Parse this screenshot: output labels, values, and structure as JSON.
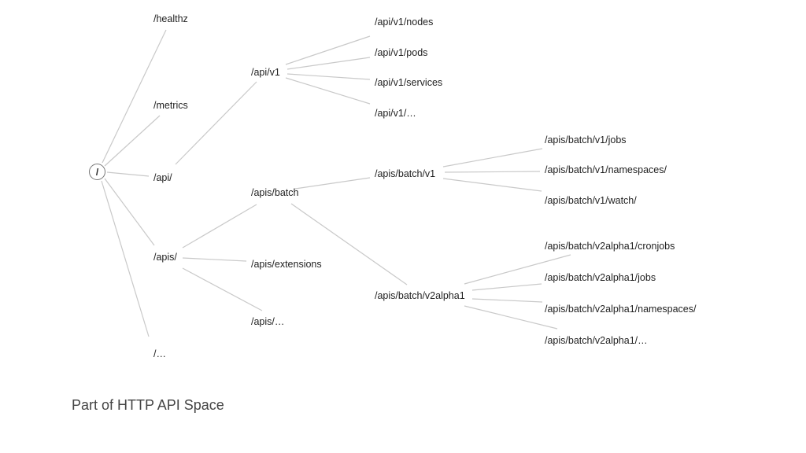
{
  "root": "/",
  "caption": "Part of HTTP API Space",
  "level1": [
    "/healthz",
    "/metrics",
    "/api/",
    "/apis/",
    "/…"
  ],
  "api": {
    "v1": "/api/v1",
    "v1_children": [
      "/api/v1/nodes",
      "/api/v1/pods",
      "/api/v1/services",
      "/api/v1/…"
    ]
  },
  "apis": {
    "children": [
      "/apis/batch",
      "/apis/extensions",
      "/apis/…"
    ],
    "batch_children": [
      "/apis/batch/v1",
      "/apis/batch/v2alpha1"
    ],
    "batch_v1_children": [
      "/apis/batch/v1/jobs",
      "/apis/batch/v1/namespaces/",
      "/apis/batch/v1/watch/"
    ],
    "batch_v2alpha1_children": [
      "/apis/batch/v2alpha1/cronjobs",
      "/apis/batch/v2alpha1/jobs",
      "/apis/batch/v2alpha1/namespaces/",
      "/apis/batch/v2alpha1/…"
    ]
  }
}
